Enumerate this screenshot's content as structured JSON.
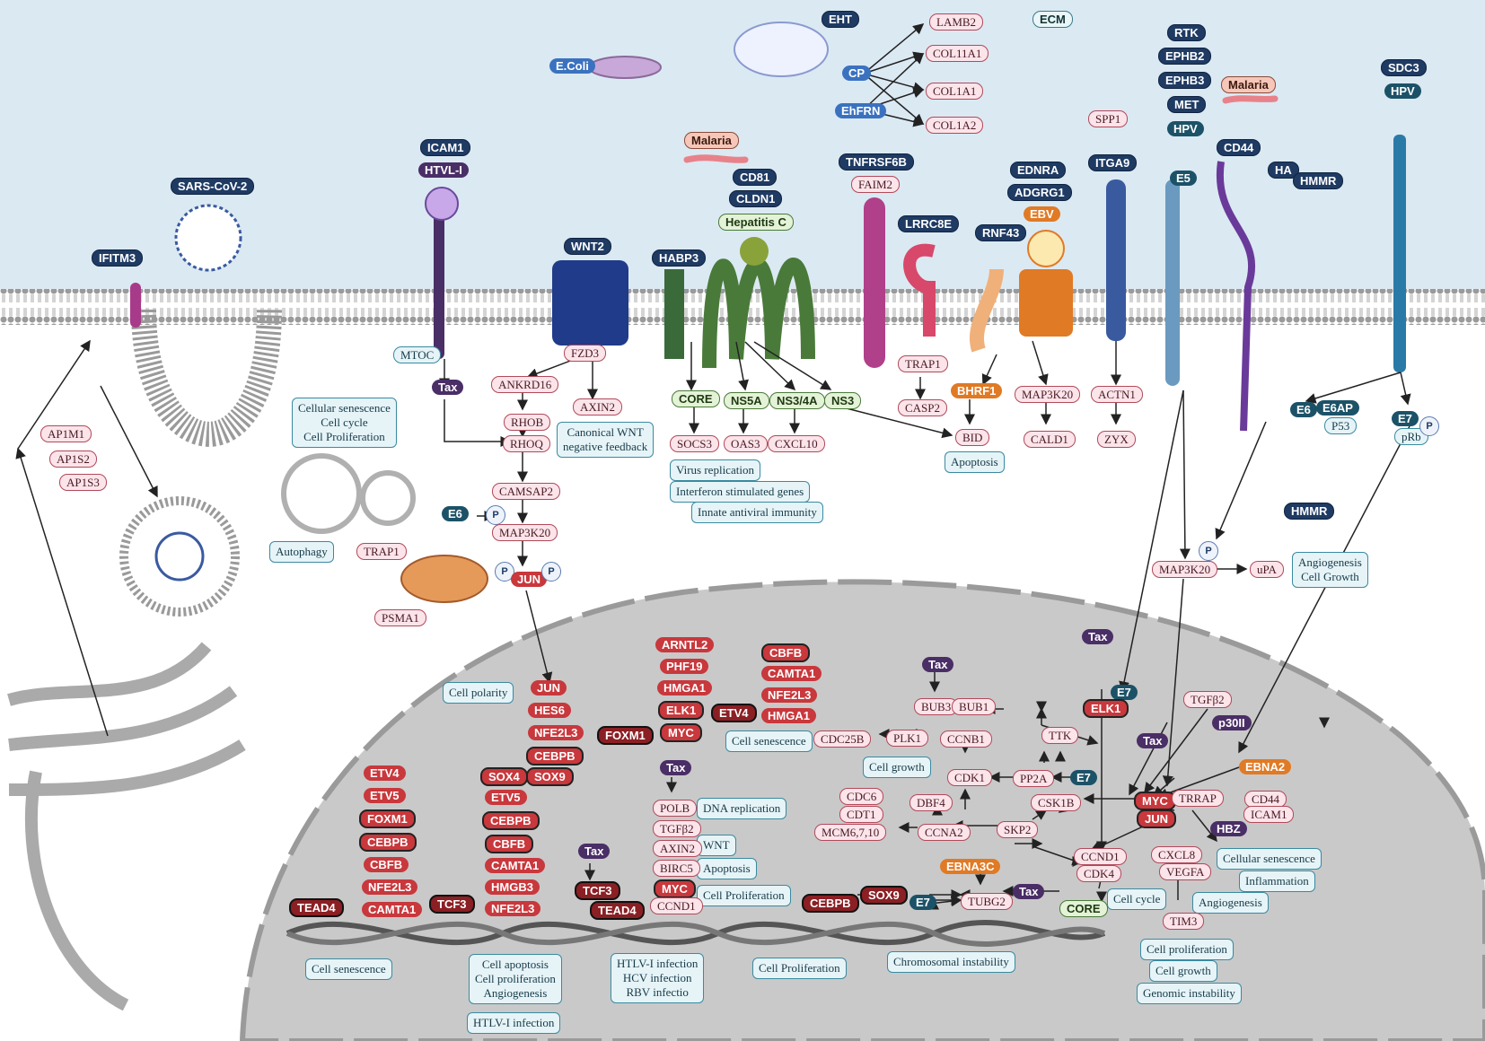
{
  "extracellular": {
    "pathogens": [
      "SARS-CoV-2",
      "E.Coli",
      "EHT",
      "Malaria",
      "Malaria",
      "Hepatitis C",
      "EBV",
      "HPV",
      "HPV"
    ],
    "ecm": "ECM",
    "ecm_targets": [
      "LAMB2",
      "COL11A1",
      "COL1A1",
      "COL1A2"
    ],
    "ligands": [
      "CP",
      "EhFRN",
      "SPP1",
      "HA"
    ]
  },
  "receptors": {
    "ifitm3": "IFITM3",
    "icam1": "ICAM1",
    "htvl1": "HTVL-I",
    "wnt2": "WNT2",
    "habp3": "HABP3",
    "cd81": "CD81",
    "cldn1": "CLDN1",
    "tnfrsf6b": "TNFRSF6B",
    "faim2": "FAIM2",
    "lrrc8e": "LRRC8E",
    "ednra": "EDNRA",
    "adgrg1": "ADGRG1",
    "rnf43": "RNF43",
    "itga9": "ITGA9",
    "rtk": "RTK",
    "ephb2": "EPHB2",
    "ephb3": "EPHB3",
    "met": "MET",
    "e5": "E5",
    "cd44": "CD44",
    "hmmr": "HMMR",
    "sdc3": "SDC3"
  },
  "cytoplasm": {
    "ap1": [
      "AP1M1",
      "AP1S2",
      "AP1S3"
    ],
    "mtoc": "MTOC",
    "tax": "Tax",
    "fzd3": "FZD3",
    "ankrd16": "ANKRD16",
    "axin2": "AXIN2",
    "rhob": "RHOB",
    "rhoq": "RHOQ",
    "camsap2": "CAMSAP2",
    "e6": "E6",
    "p": "P",
    "map3k20": "MAP3K20",
    "jun": "JUN",
    "trap1": "TRAP1",
    "psma1": "PSMA1",
    "core": "CORE",
    "ns5a": "NS5A",
    "ns34a": "NS3/4A",
    "ns3": "NS3",
    "socs3": "SOCS3",
    "oas3": "OAS3",
    "cxcl10": "CXCL10",
    "trap1b": "TRAP1",
    "casp2": "CASP2",
    "bhrf1": "BHRF1",
    "map3k20b": "MAP3K20",
    "bid": "BID",
    "cald1": "CALD1",
    "actn1": "ACTN1",
    "zyx": "ZYX",
    "e6ap": "E6AP",
    "p53": "P53",
    "e7": "E7",
    "prb": "pRb",
    "hmmr2": "HMMR",
    "map3k20c": "MAP3K20",
    "upa": "uPA"
  },
  "nucleus": {
    "col1": [
      "ETV4",
      "ETV5",
      "FOXM1",
      "CEBPB",
      "CBFB",
      "NFE2L3",
      "CAMTA1"
    ],
    "tead4": "TEAD4",
    "col2": [
      "JUN",
      "HES6",
      "NFE2L3",
      "CEBPB",
      "SOX9"
    ],
    "col3": [
      "SOX4",
      "ETV5",
      "CEBPB",
      "CBFB",
      "CAMTA1",
      "HMGB3",
      "NFE2L3"
    ],
    "tcf3": "TCF3",
    "stack_mid": [
      "ARNTL2",
      "PHF19",
      "HMGA1",
      "ELK1",
      "MYC"
    ],
    "foxm1": "FOXM1",
    "etv4": "ETV4",
    "stack_right": [
      "CBFB",
      "CAMTA1",
      "NFE2L3",
      "HMGA1"
    ],
    "tax_col": [
      "POLB",
      "TGFβ2",
      "AXIN2",
      "BIRC5",
      "MYC",
      "CCND1"
    ],
    "tax": "Tax",
    "tcf3b": "TCF3",
    "tead4b": "TEAD4",
    "cebpb": "CEBPB",
    "sox9": "SOX9",
    "e7": "E7",
    "tubg2": "TUBG2",
    "bub3": "BUB3",
    "bub1": "BUB1",
    "ttk": "TTK",
    "cdc25b": "CDC25B",
    "plk1": "PLK1",
    "ccnb1": "CCNB1",
    "cdk1": "CDK1",
    "pp2a": "PP2A",
    "cdc6": "CDC6",
    "cdt1": "CDT1",
    "mcm": "MCM6,7,10",
    "dbf4": "DBF4",
    "ccna2": "CCNA2",
    "csk1b": "CSK1B",
    "skp2": "SKP2",
    "ebna3c": "EBNA3C",
    "ccnd1": "CCND1",
    "cdk4": "CDK4",
    "core": "CORE",
    "elk1": "ELK1",
    "tgfb2": "TGFβ2",
    "p30ii": "p30II",
    "ebna2": "EBNA2",
    "myc": "MYC",
    "jun": "JUN",
    "trrap": "TRRAP",
    "cd44": "CD44",
    "icam1": "ICAM1",
    "hbz": "HBZ",
    "cxcl8": "CXCL8",
    "vegfa": "VEGFA",
    "tim3": "TIM3"
  },
  "outcomes": {
    "cell_sen": "Cellular senescence\nCell cycle\nCell Proliferation",
    "autophagy": "Autophagy",
    "canonical": "Canonical WNT\nnegative feedback",
    "virus_rep": "Virus replication",
    "interferon": "Interferon stimulated genes",
    "innate": "Innate antiviral immunity",
    "apoptosis": "Apoptosis",
    "angio": "Angiogenesis\nCell Growth",
    "cell_polarity": "Cell polarity",
    "cell_senescence": "Cell senescence",
    "dna_rep": "DNA replication",
    "wnt": "WNT",
    "apoptosis2": "Apoptosis",
    "cell_prolif": "Cell Proliferation",
    "cell_growth": "Cell growth",
    "cell_cycle": "Cell cycle",
    "cellular_sen2": "Cellular senescence",
    "inflammation": "Inflammation",
    "angiogenesis": "Angiogenesis",
    "cell_senescence_b": "Cell senescence",
    "apop_prolif": "Cell apoptosis\nCell proliferation\nAngiogenesis",
    "htlv_inf": "HTLV-I infection",
    "infections": "HTLV-I infection\nHCV infection\nRBV infectio",
    "cell_prolif_b": "Cell Proliferation",
    "chrom_instab": "Chromosomal instability",
    "cell_proliferation": "Cell proliferation",
    "cell_growth2": "Cell growth",
    "genomic": "Genomic instability"
  },
  "colors": {
    "extracellular": "#dbe9f3",
    "membrane": "#8c8c8c",
    "nucleus": "#c8c8c8",
    "protein_red": "#c8383c",
    "navy": "#1f3b63"
  }
}
